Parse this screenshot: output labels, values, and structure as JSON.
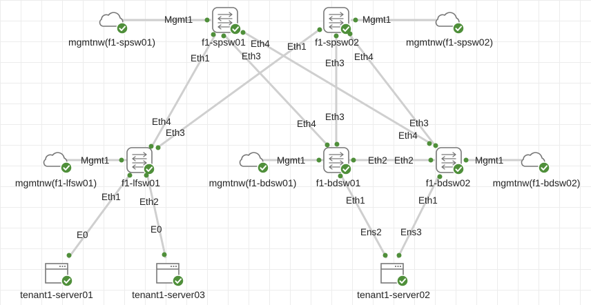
{
  "colors": {
    "port_dot": "#4f8f3a",
    "status_ok": "#4f8f3a",
    "link": "#cfcfcf",
    "icon_stroke": "#777777",
    "grid": "#ececec"
  },
  "nodes": {
    "f1_spsw01": {
      "label": "f1-spsw01",
      "icon": "switch-icon",
      "status": "ok"
    },
    "f1_spsw02": {
      "label": "f1-spsw02",
      "icon": "switch-icon",
      "status": "ok"
    },
    "f1_lfsw01": {
      "label": "f1-lfsw01",
      "icon": "switch-icon",
      "status": "ok"
    },
    "f1_bdsw01": {
      "label": "f1-bdsw01",
      "icon": "switch-icon",
      "status": "ok"
    },
    "f1_bdsw02": {
      "label": "f1-bdsw02",
      "icon": "switch-icon",
      "status": "ok"
    },
    "mgmt_spsw01": {
      "label": "mgmtnw(f1-spsw01)",
      "icon": "cloud-icon",
      "status": "ok"
    },
    "mgmt_spsw02": {
      "label": "mgmtnw(f1-spsw02)",
      "icon": "cloud-icon",
      "status": "ok"
    },
    "mgmt_lfsw01": {
      "label": "mgmtnw(f1-lfsw01)",
      "icon": "cloud-icon",
      "status": "ok"
    },
    "mgmt_bdsw01": {
      "label": "mgmtnw(f1-bdsw01)",
      "icon": "cloud-icon",
      "status": "ok"
    },
    "mgmt_bdsw02": {
      "label": "mgmtnw(f1-bdsw02)",
      "icon": "cloud-icon",
      "status": "ok"
    },
    "tenant1_server01": {
      "label": "tenant1-server01",
      "icon": "server-icon",
      "status": "ok"
    },
    "tenant1_server03": {
      "label": "tenant1-server03",
      "icon": "server-icon",
      "status": "ok"
    },
    "tenant1_server02": {
      "label": "tenant1-server02",
      "icon": "server-icon",
      "status": "ok"
    }
  },
  "links": [
    {
      "from": "f1_spsw01",
      "to": "mgmt_spsw01",
      "from_port": "Mgmt1"
    },
    {
      "from": "f1_spsw02",
      "to": "mgmt_spsw02",
      "from_port": "Mgmt1"
    },
    {
      "from": "f1_lfsw01",
      "to": "mgmt_lfsw01",
      "from_port": "Mgmt1"
    },
    {
      "from": "f1_bdsw01",
      "to": "mgmt_bdsw01",
      "from_port": "Mgmt1"
    },
    {
      "from": "f1_bdsw02",
      "to": "mgmt_bdsw02",
      "from_port": "Mgmt1"
    },
    {
      "from": "f1_spsw01",
      "to": "f1_lfsw01",
      "from_port": "Eth1",
      "to_port": "Eth4"
    },
    {
      "from": "f1_spsw01",
      "to": "f1_bdsw01",
      "from_port": "Eth3",
      "to_port": "Eth4"
    },
    {
      "from": "f1_spsw01",
      "to": "f1_bdsw02",
      "from_port": "Eth4",
      "to_port": "Eth4"
    },
    {
      "from": "f1_spsw02",
      "to": "f1_lfsw01",
      "from_port": "Eth1",
      "to_port": "Eth3"
    },
    {
      "from": "f1_spsw02",
      "to": "f1_bdsw01",
      "from_port": "Eth3",
      "to_port": "Eth3"
    },
    {
      "from": "f1_spsw02",
      "to": "f1_bdsw02",
      "from_port": "Eth4",
      "to_port": "Eth3"
    },
    {
      "from": "f1_bdsw01",
      "to": "f1_bdsw02",
      "from_port": "Eth2",
      "to_port": "Eth2"
    },
    {
      "from": "f1_lfsw01",
      "to": "tenant1_server01",
      "from_port": "Eth1",
      "to_port": "E0"
    },
    {
      "from": "f1_lfsw01",
      "to": "tenant1_server03",
      "from_port": "Eth2",
      "to_port": "E0"
    },
    {
      "from": "f1_bdsw01",
      "to": "tenant1_server02",
      "from_port": "Eth1",
      "to_port": "Ens2"
    },
    {
      "from": "f1_bdsw02",
      "to": "tenant1_server02",
      "from_port": "Eth1",
      "to_port": "Ens3"
    }
  ]
}
